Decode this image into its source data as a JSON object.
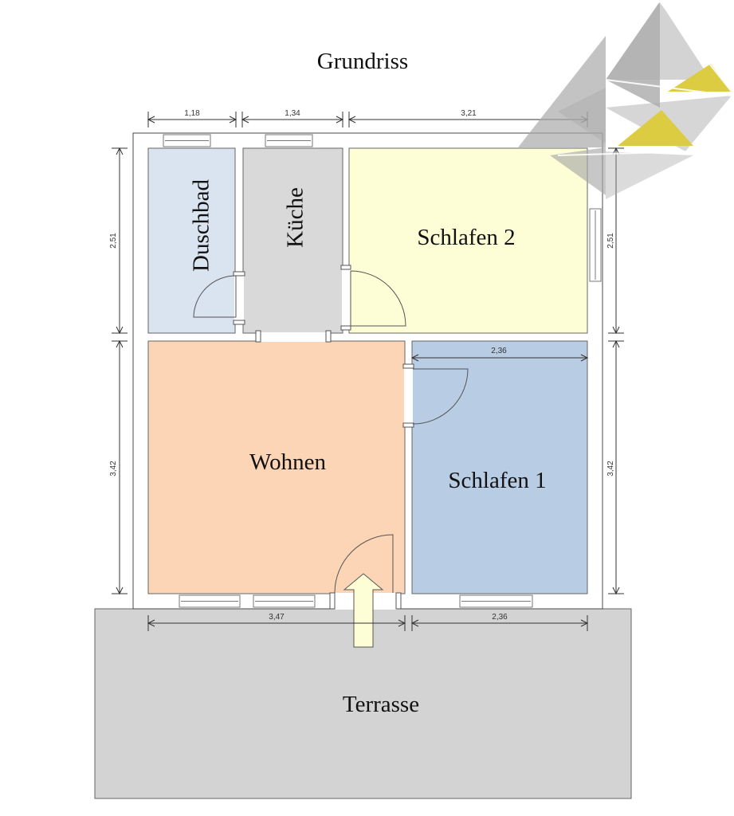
{
  "title": "Grundriss",
  "rooms": {
    "duschbad": {
      "label": "Duschbad",
      "color": "#dae3f0"
    },
    "kueche": {
      "label": "Küche",
      "color": "#d9d9d9"
    },
    "schlafen2": {
      "label": "Schlafen 2",
      "color": "#fefed6"
    },
    "wohnen": {
      "label": "Wohnen",
      "color": "#fbd5b5"
    },
    "schlafen1": {
      "label": "Schlafen 1",
      "color": "#b8cce4"
    },
    "terrasse": {
      "label": "Terrasse",
      "color": "#d3d3d3"
    }
  },
  "dimensions": {
    "top_duschbad": "1,18",
    "top_kueche": "1,34",
    "top_schlafen2": "3,21",
    "left_upper": "2,51",
    "left_lower": "3,42",
    "right_upper": "2,51",
    "right_lower": "3,42",
    "schlafen1_width": "2,36",
    "bottom_wohnen": "3,47",
    "bottom_schlafen1": "2,36"
  },
  "colors": {
    "wall": "#ffffff",
    "entrance_arrow": "#fefed6",
    "logo_gray": "#a8a8a8",
    "logo_yellow": "#d9c832"
  },
  "icons": {
    "logo": "triangle-logo-icon",
    "entrance": "entrance-arrow-icon"
  }
}
